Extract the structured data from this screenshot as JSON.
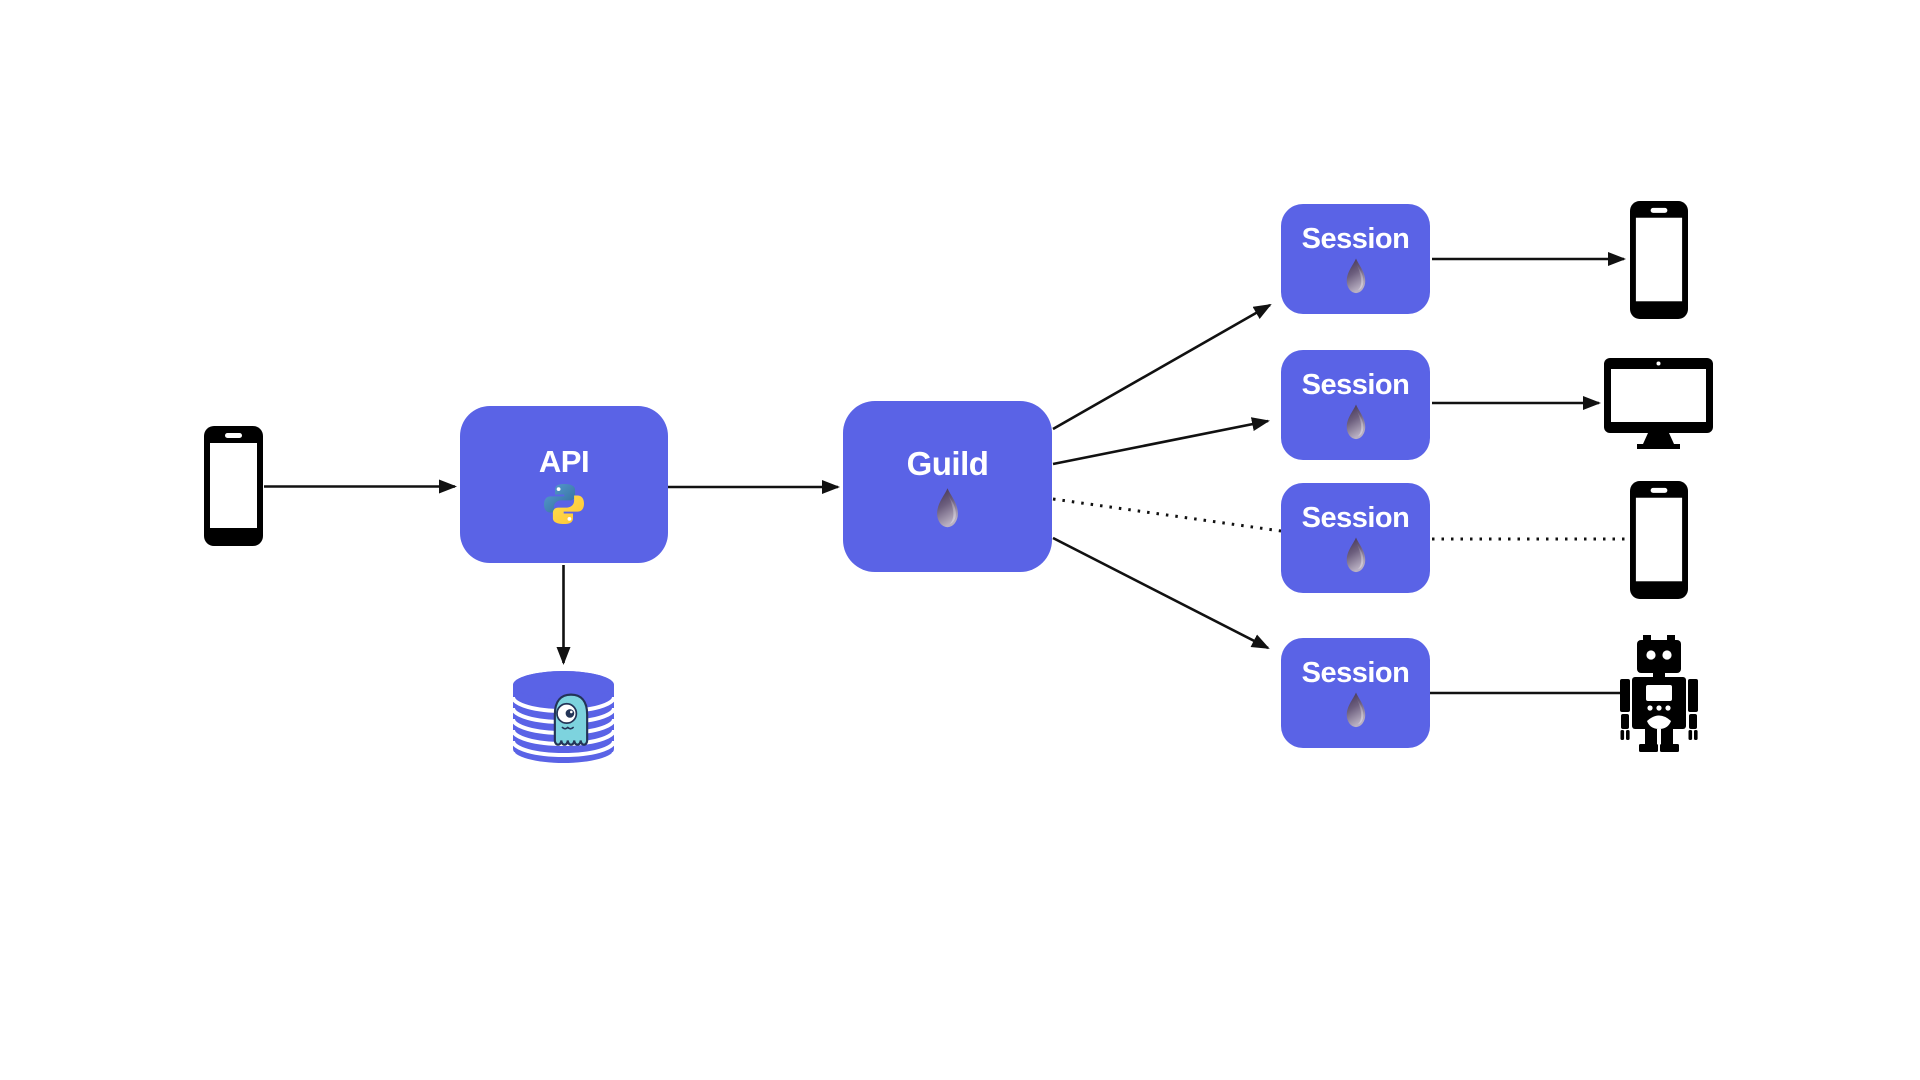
{
  "diagram": {
    "title": "",
    "colors": {
      "node_fill": "#5a63e6",
      "node_text": "#ffffff",
      "edge": "#111111",
      "python_blue": "#4584b6",
      "python_yellow": "#ffd43b",
      "elixir_dark": "#4a3a5e",
      "elixir_light": "#b9b0c2",
      "mascot_teal": "#7dd3de",
      "mascot_outline": "#233457",
      "device_black": "#000000"
    },
    "nodes": {
      "client_phone": {
        "icon": "smartphone-icon"
      },
      "api": {
        "label": "API",
        "icon": "python-logo"
      },
      "database": {
        "icon": "database-cylinder",
        "mascot": "squid-mascot"
      },
      "guild": {
        "label": "Guild",
        "icon": "elixir-drop"
      },
      "sessions": [
        {
          "label": "Session",
          "icon": "elixir-drop"
        },
        {
          "label": "Session",
          "icon": "elixir-drop"
        },
        {
          "label": "Session",
          "icon": "elixir-drop"
        },
        {
          "label": "Session",
          "icon": "elixir-drop"
        }
      ],
      "devices": [
        {
          "icon": "smartphone-icon"
        },
        {
          "icon": "desktop-monitor-icon"
        },
        {
          "icon": "smartphone-icon"
        },
        {
          "icon": "robot-icon"
        }
      ]
    },
    "edges": [
      {
        "from": "client-phone",
        "to": "api",
        "style": "solid-arrow"
      },
      {
        "from": "api",
        "to": "guild",
        "style": "solid-arrow"
      },
      {
        "from": "api",
        "to": "database",
        "style": "solid-arrow"
      },
      {
        "from": "guild",
        "to": "session-1",
        "style": "solid-arrow"
      },
      {
        "from": "guild",
        "to": "session-2",
        "style": "solid-arrow"
      },
      {
        "from": "guild",
        "to": "session-3",
        "style": "dotted-line"
      },
      {
        "from": "guild",
        "to": "session-4",
        "style": "solid-arrow"
      },
      {
        "from": "session-1",
        "to": "device-phone-1",
        "style": "solid-arrow"
      },
      {
        "from": "session-2",
        "to": "device-monitor",
        "style": "solid-arrow"
      },
      {
        "from": "session-3",
        "to": "device-phone-2",
        "style": "dotted-line"
      },
      {
        "from": "session-4",
        "to": "device-robot",
        "style": "solid-line"
      }
    ]
  }
}
